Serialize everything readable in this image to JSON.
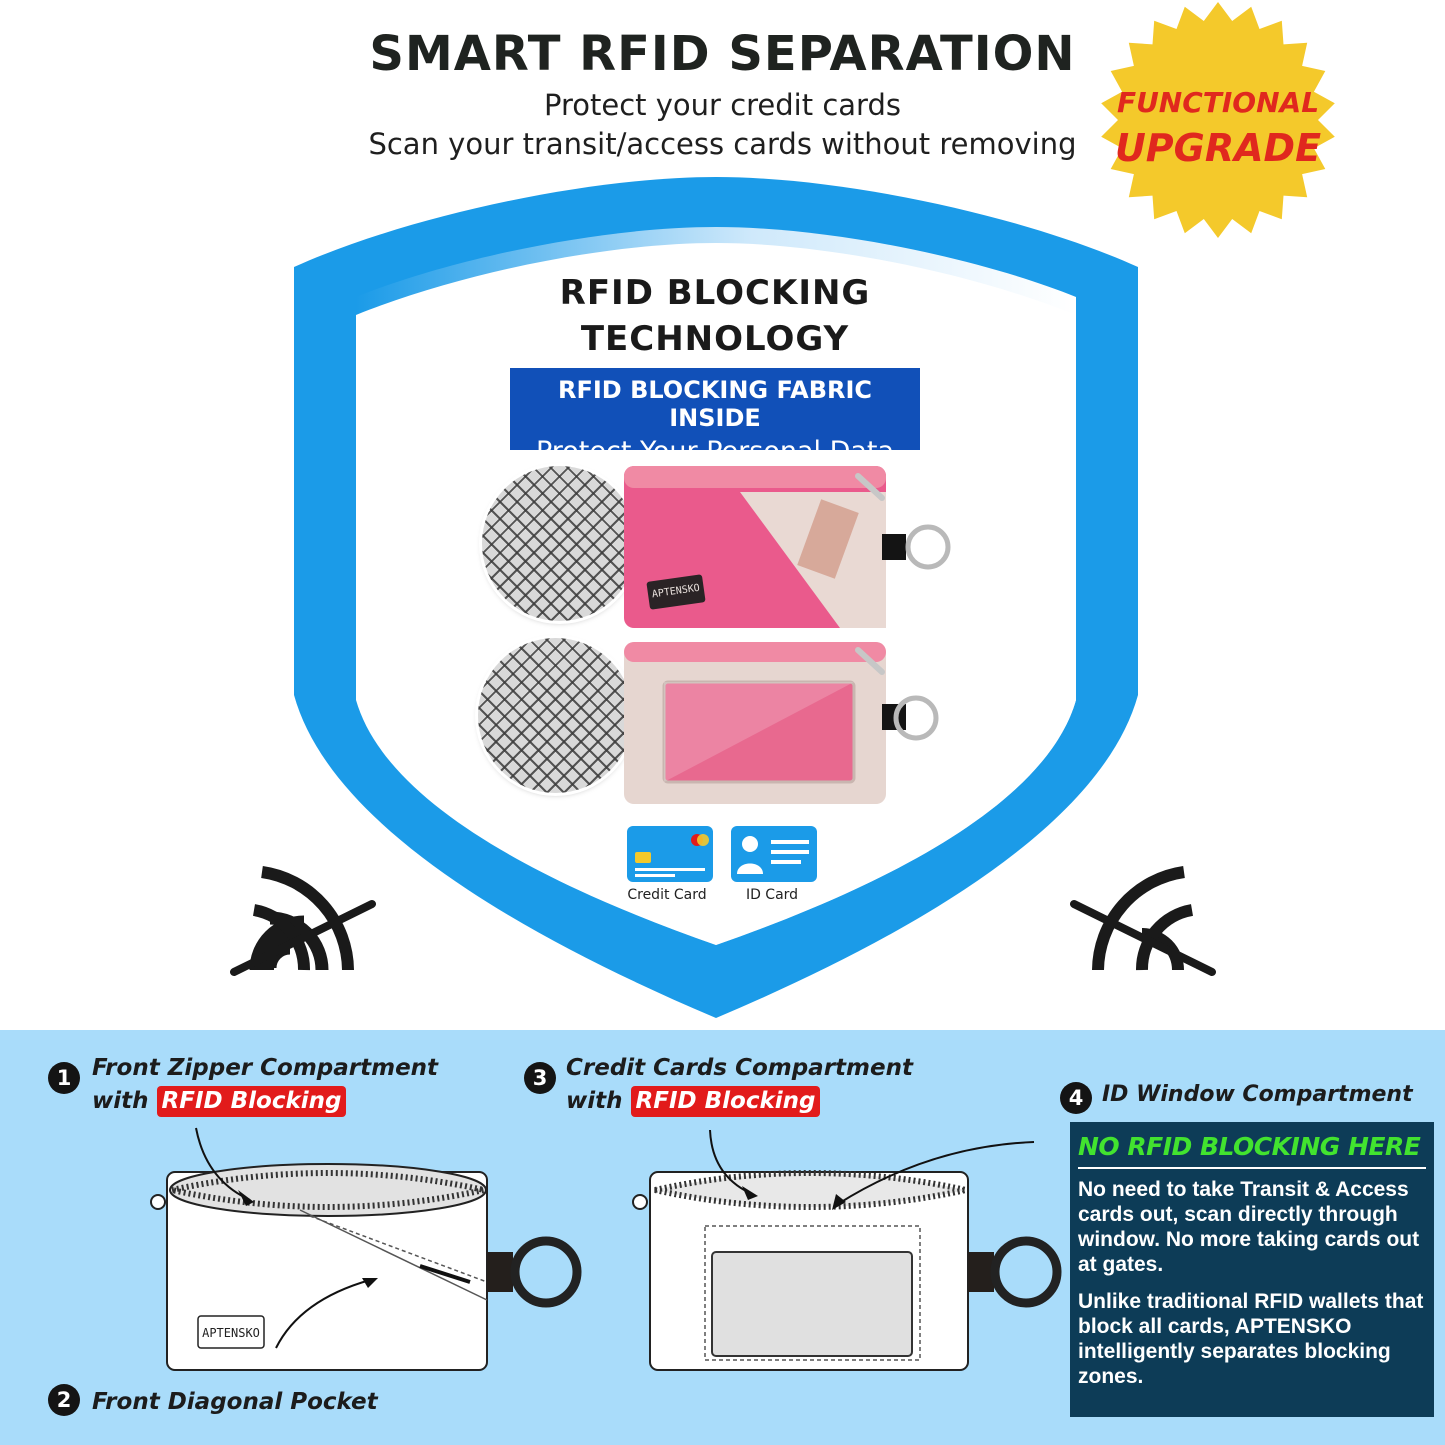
{
  "header": {
    "title": "SMART RFID SEPARATION",
    "subtitle_line1": "Protect your credit cards",
    "subtitle_line2": "Scan your transit/access cards without removing"
  },
  "badge": {
    "line1": "FUNCTIONAL",
    "line2": "UPGRADE",
    "fill_color": "#f4c92b",
    "text_color": "#e0281e"
  },
  "shield": {
    "title_line1": "RFID BLOCKING",
    "title_line2": "TECHNOLOGY",
    "fabric_box_line1": "RFID BLOCKING FABRIC INSIDE",
    "fabric_box_line2": "Protect Your Personal Data",
    "brand_tag": "APTENSKO",
    "credit_card_label": "Credit Card",
    "id_card_label": "ID Card",
    "border_color": "#1b9be8",
    "box_color": "#1150b8"
  },
  "features": {
    "f1_line1": "Front Zipper Compartment",
    "f1_line2_prefix": "with",
    "f1_tag": "RFID Blocking",
    "f2": "Front Diagonal Pocket",
    "f3_line1": "Credit Cards Compartment",
    "f3_line2_prefix": "with",
    "f3_tag": "RFID Blocking",
    "f4": "ID Window Compartment",
    "numbers": [
      "1",
      "2",
      "3",
      "4"
    ]
  },
  "diagram": {
    "brand_tag": "APTENSKO"
  },
  "info_box": {
    "title": "NO RFID BLOCKING HERE",
    "paragraph1": "No need to take Transit & Access cards out, scan directly through window. No more taking cards out at gates.",
    "paragraph2": "Unlike traditional RFID wallets that block all cards, APTENSKO intelligently separates blocking zones.",
    "bg_color": "#0d3c57",
    "title_color": "#42e32f"
  },
  "colors": {
    "panel_bg": "#a9dcfa",
    "tag_red": "#e21b1b",
    "pouch_pink": "#ea5a8c",
    "pouch_beige": "#e6d6d0"
  }
}
